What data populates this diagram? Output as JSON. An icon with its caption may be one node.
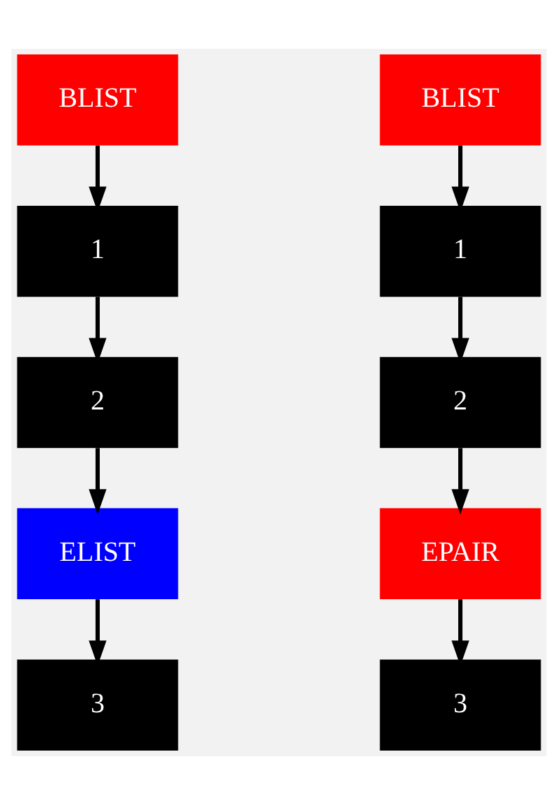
{
  "diagram": {
    "nodes": [
      {
        "text": [
          "BLIST"
        ]
      },
      {
        "text": [
          "1"
        ]
      },
      {
        "text": [
          "2"
        ]
      },
      {
        "text": [
          "ELIST"
        ]
      },
      {
        "text": [
          "3"
        ]
      },
      {
        "text": [
          "BLIST"
        ]
      },
      {
        "text": [
          "1"
        ]
      },
      {
        "text": [
          "2"
        ]
      },
      {
        "text": [
          "EPAIR"
        ]
      },
      {
        "text": [
          "3"
        ]
      }
    ],
    "edges": [
      {
        "from": 0,
        "to": 1,
        "arrow": "to"
      },
      {
        "from": 1,
        "to": 2,
        "arrow": "to"
      },
      {
        "from": 2,
        "to": 3,
        "arrow": "to"
      },
      {
        "from": 3,
        "to": 4,
        "arrow": "to"
      },
      {
        "from": 5,
        "to": 6,
        "arrow": "to"
      },
      {
        "from": 6,
        "to": 7,
        "arrow": "to"
      },
      {
        "from": 7,
        "to": 8,
        "arrow": "to"
      },
      {
        "from": 8,
        "to": 9,
        "arrow": "to"
      }
    ]
  }
}
